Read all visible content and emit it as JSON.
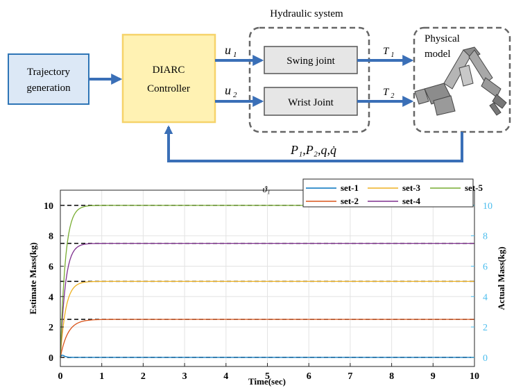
{
  "diagram": {
    "hydraulic_system_label": "Hydraulic system",
    "trajectory_label_line1": "Trajectory",
    "trajectory_label_line2": "generation",
    "controller_label_line1": "DIARC",
    "controller_label_line2": "Controller",
    "swing_joint_label": "Swing joint",
    "wrist_joint_label": "Wrist Joint",
    "physical_model_label_line1": "Physical",
    "physical_model_label_line2": "model",
    "u1_symbol": "u",
    "u1_sub": "1",
    "u2_symbol": "u",
    "u2_sub": "2",
    "t1_symbol": "T",
    "t1_sub": "1",
    "t2_symbol": "T",
    "t2_sub": "2",
    "feedback_label": "P₁,P₂,q,q̇",
    "colors": {
      "trajectory_fill": "#dce8f6",
      "trajectory_stroke": "#2e75b6",
      "controller_fill": "#fff2b3",
      "controller_stroke": "#f6d36a",
      "joint_fill": "#e6e6e6",
      "joint_stroke": "#555555",
      "arrow": "#3a6fb7",
      "dashed_border": "#666666"
    },
    "icons": [
      "robot-arm-icon"
    ]
  },
  "chart_data": {
    "type": "line",
    "title": "ϑ₁",
    "xlabel": "Time(sec)",
    "ylabel": "Estimate Mass(kg)",
    "y2label": "Actual Mass(kg)",
    "xlim": [
      0,
      10
    ],
    "ylim": [
      -0.6,
      11
    ],
    "xticks": [
      "0",
      "1",
      "2",
      "3",
      "4",
      "5",
      "6",
      "7",
      "8",
      "9",
      "10"
    ],
    "yticks": [
      "0",
      "2",
      "4",
      "6",
      "8",
      "10"
    ],
    "y2ticks": [
      "0",
      "2",
      "4",
      "6",
      "8",
      "10"
    ],
    "grid": true,
    "legend_position": "top-right",
    "actual_masses": [
      0,
      2.5,
      5,
      7.5,
      10
    ],
    "series": [
      {
        "name": "set-1",
        "color": "#0072bd",
        "final": 0,
        "tau": 0.05,
        "bump": 0.15
      },
      {
        "name": "set-2",
        "color": "#d95319",
        "final": 2.5,
        "tau": 0.18,
        "bump": 0
      },
      {
        "name": "set-3",
        "color": "#edb120",
        "final": 5,
        "tau": 0.13,
        "bump": 0
      },
      {
        "name": "set-4",
        "color": "#7e2f8e",
        "final": 7.5,
        "tau": 0.12,
        "bump": 0
      },
      {
        "name": "set-5",
        "color": "#77ac30",
        "final": 10,
        "tau": 0.12,
        "bump": 0
      }
    ],
    "right_axis_color": "#4dbeee"
  }
}
